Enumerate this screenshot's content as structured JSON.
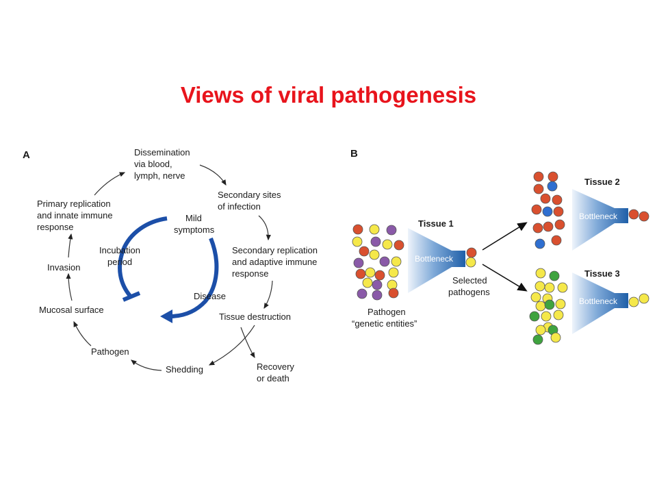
{
  "title": "Views of viral pathogenesis",
  "panel_a": {
    "label": "A",
    "cycle_labels": {
      "dissemination_1": "Dissemination",
      "dissemination_2": "via blood,",
      "dissemination_3": "lymph, nerve",
      "secondary_sites_1": "Secondary sites",
      "secondary_sites_2": "of infection",
      "secondary_replication_1": "Secondary replication",
      "secondary_replication_2": "and adaptive immune",
      "secondary_replication_3": "response",
      "tissue_destruction": "Tissue destruction",
      "recovery_1": "Recovery",
      "recovery_2": "or death",
      "shedding": "Shedding",
      "pathogen": "Pathogen",
      "mucosal_surface": "Mucosal surface",
      "invasion": "Invasion",
      "primary_1": "Primary replication",
      "primary_2": "and innate immune",
      "primary_3": "response"
    },
    "inner_labels": {
      "mild_1": "Mild",
      "mild_2": "symptoms",
      "incubation_1": "Incubation",
      "incubation_2": "period",
      "disease": "Disease"
    }
  },
  "panel_b": {
    "label": "B",
    "tissue1": "Tissue 1",
    "tissue2": "Tissue 2",
    "tissue3": "Tissue 3",
    "bottleneck": "Bottleneck",
    "selected_1": "Selected",
    "selected_2": "pathogens",
    "pathogen_1": "Pathogen",
    "pathogen_2": "“genetic entities”"
  },
  "colors": {
    "title": "#e8141c",
    "red": "#d9502f",
    "purple": "#8a5aa8",
    "yellow": "#f5e84a",
    "blue": "#2f6fd0",
    "green": "#3fa33f",
    "funnel": "#1f5fa8",
    "arc": "#1c4fa8"
  }
}
